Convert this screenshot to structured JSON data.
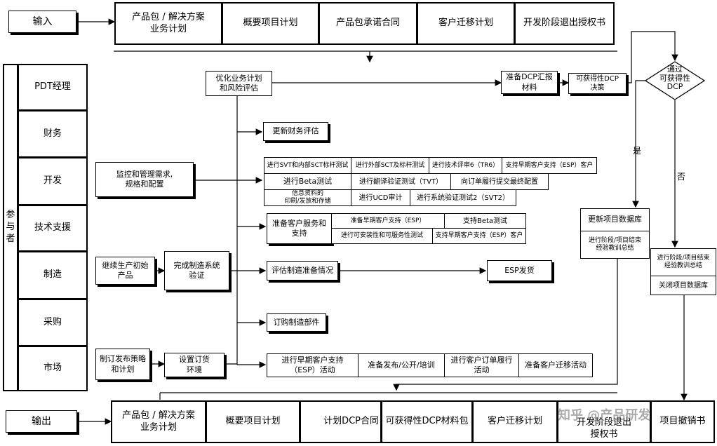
{
  "input": {
    "label": "输入",
    "items": [
      "产品包 / 解决方案\n业务计划",
      "概要项目计划",
      "产品包承诺合同",
      "客户迁移计划",
      "开发阶段退出授权书"
    ]
  },
  "output": {
    "label": "输出",
    "items": [
      "产品包 / 解决方案\n业务计划",
      "概要项目计划",
      "计划DCP合同",
      "可获得性DCP材料包",
      "客户迁移计划",
      "开发阶段退出\n授权书",
      "项目撤销书"
    ]
  },
  "participants": {
    "header": "参\n与\n者",
    "roles": [
      "PDT经理",
      "财务",
      "开发",
      "技术支援",
      "制造",
      "采购",
      "市场"
    ]
  },
  "process": {
    "optimize_plan": "优化业务计划\n和风险评估",
    "prepare_dcp": "准备DCP汇报\n材料",
    "availability_dcp": "可获得性DCP\n决策",
    "decision": "通过\n可获得性\nDCP",
    "yes": "是",
    "no": "否",
    "update_finance": "更新财务评估",
    "monitor": "监控和管理需求,\n规格和配置",
    "continue_produce": "继续生产初始\n产品",
    "complete_mfg": "完成制造系统\n验证",
    "launch_strategy": "制订发布策略\n和计划",
    "set_env": "设置订货\n环境",
    "update_db": "更新项目数据库",
    "lessons1": "进行阶段/项目结束\n经验教训总结",
    "lessons2": "进行阶段/项目结束\n经验教训总结",
    "close_db": "关闭项目数据库",
    "dev_row1": [
      "进行SVT和内部SCT标杆测试",
      "进行外部SCT及标杆测试",
      "进行技术评审6（TR6）",
      "支持早期客户支持（ESP）客户"
    ],
    "dev_row2": [
      "进行Beta测试",
      "进行翻译验证测试（TVT）",
      "向订单履行提交最终配置"
    ],
    "dev_row3": [
      "信息资料的\n印刷/发放和存储",
      "进行UCD审计",
      "进行系统验证测试2（SVT2）"
    ],
    "cs_main": "准备客户服务和\n支持",
    "cs_items": [
      "准备早期客户支持（ESP）",
      "支持Beta测试",
      "进行可安装性和可服务性测试",
      "支持早期客户支持（ESP）客户"
    ],
    "eval_mfg": "评估制造准备情况",
    "esp_ship": "ESP发货",
    "order_parts": "订购制造部件",
    "mkt_items": [
      "进行早期客户支持\n（ESP）活动",
      "准备发布/公开/培训",
      "进行客户订单履行\n活动",
      "准备客户迁移活动"
    ]
  },
  "watermark": "知乎 @产品研发"
}
